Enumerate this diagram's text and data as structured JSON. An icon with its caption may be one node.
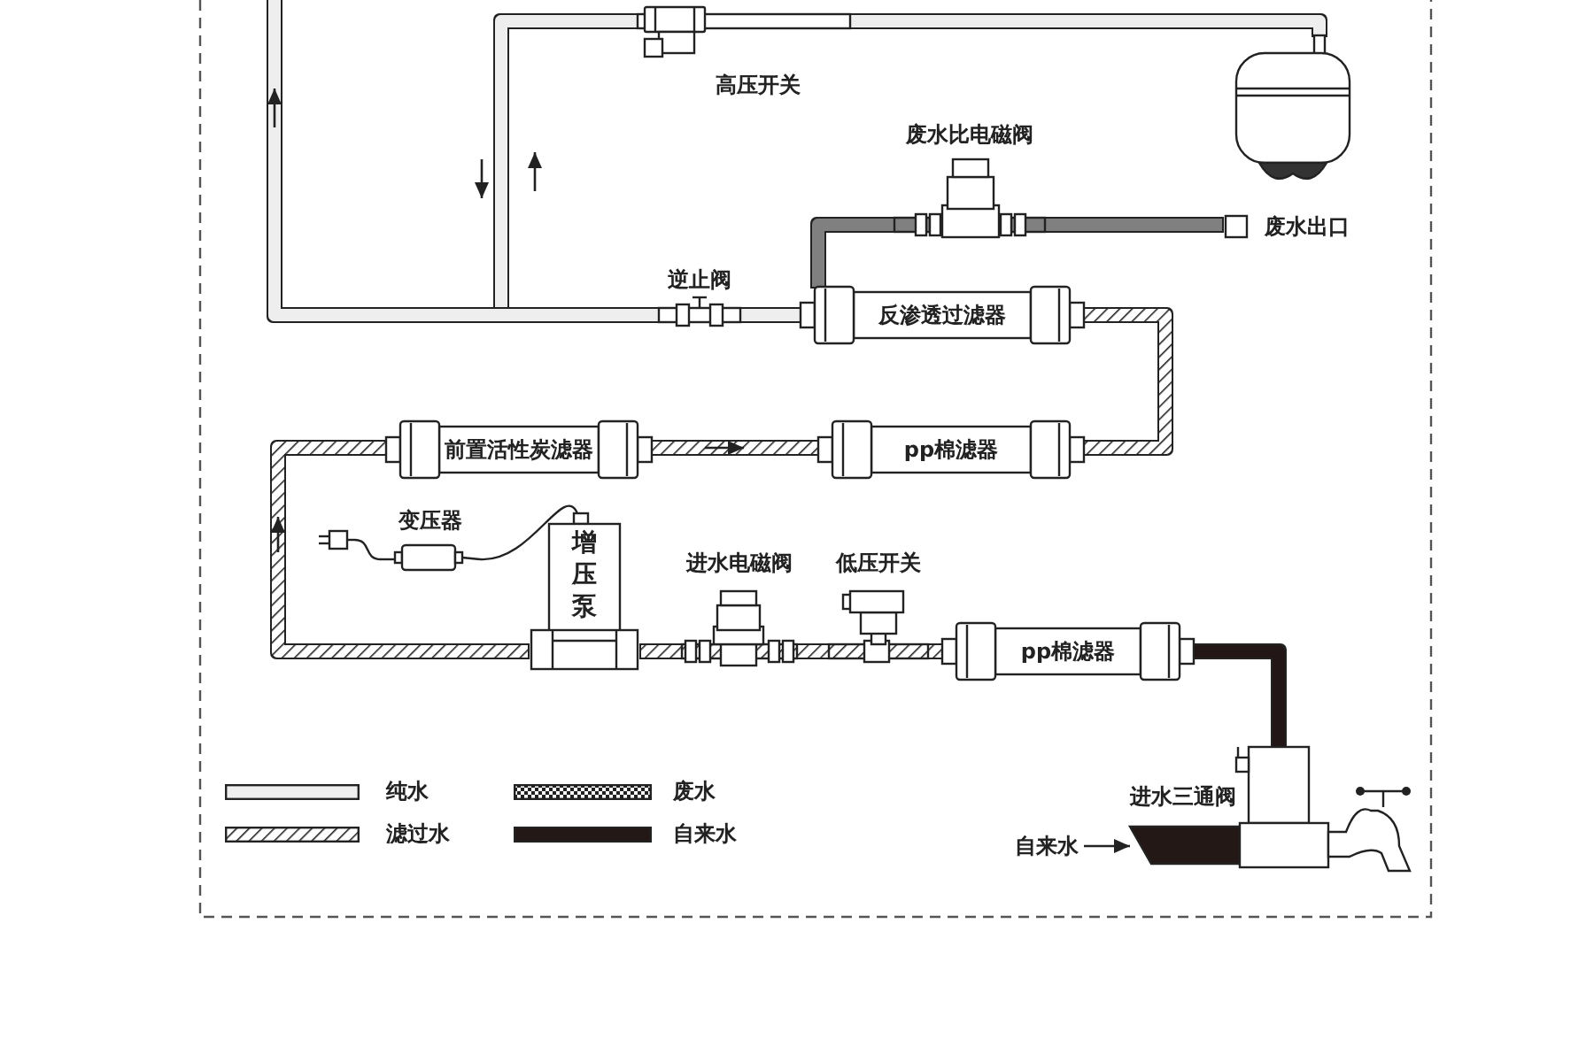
{
  "diagram": {
    "nodes": [
      {
        "text": [],
        "shape": "picture"
      },
      {
        "text": [
          "高压开关"
        ]
      },
      {
        "text": [
          "废水比电磁阀"
        ]
      },
      {
        "text": [
          "废水出口"
        ]
      },
      {
        "text": [
          "逆止阀"
        ]
      },
      {
        "text": [
          "反渗透过滤器"
        ]
      },
      {
        "text": [
          "前置活性炭滤器"
        ]
      },
      {
        "text": [
          "pp棉滤器"
        ]
      },
      {
        "text": [],
        "shape": "picture"
      },
      {
        "text": [
          "变压器"
        ]
      },
      {
        "text": [
          "增压泵"
        ]
      },
      {
        "text": [
          "进水电磁阀"
        ]
      },
      {
        "text": [
          "低压开关"
        ]
      },
      {
        "text": [
          "pp棉滤器"
        ]
      },
      {
        "text": [
          "进水三通阀"
        ]
      },
      {
        "text": [
          "自来水"
        ]
      }
    ],
    "edges": [
      {
        "from": 15,
        "to": 14,
        "arrow": "to",
        "color": "#222222"
      },
      {
        "from": 14,
        "to": 13,
        "arrow": "none",
        "color": "#231815"
      },
      {
        "from": 13,
        "to": 12,
        "arrow": "none"
      },
      {
        "from": 12,
        "to": 11,
        "arrow": "none"
      },
      {
        "from": 11,
        "to": 10,
        "arrow": "none"
      },
      {
        "from": 10,
        "to": 6,
        "arrow": "none"
      },
      {
        "from": 6,
        "to": 7,
        "arrow": "none"
      },
      {
        "from": 7,
        "to": 5,
        "arrow": "none"
      },
      {
        "from": 5,
        "to": 4,
        "arrow": "none",
        "color": "#eeeeee"
      },
      {
        "from": 5,
        "to": 2,
        "arrow": "none",
        "color": "#808080"
      },
      {
        "from": 2,
        "to": 3,
        "arrow": "none",
        "color": "#808080"
      },
      {
        "from": 4,
        "to": 1,
        "arrow": "none",
        "color": "#eeeeee"
      },
      {
        "from": 1,
        "to": 0,
        "arrow": "none",
        "color": "#eeeeee"
      },
      {
        "from": 4,
        "to": null,
        "arrow": "none",
        "color": "#eeeeee"
      },
      {
        "from": 8,
        "to": 9,
        "arrow": "none",
        "color": "#222222"
      },
      {
        "from": 9,
        "to": 10,
        "arrow": "none",
        "color": "#222222"
      }
    ],
    "legend": [
      {
        "text": "纯水",
        "color": "#eeeeee"
      },
      {
        "text": "废水"
      },
      {
        "text": "滤过水"
      },
      {
        "text": "自来水",
        "color": "#231815"
      }
    ]
  }
}
